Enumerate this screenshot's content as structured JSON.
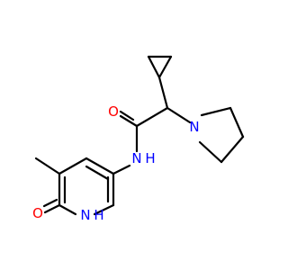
{
  "molecule": {
    "atoms": {
      "O_carbonyl": {
        "label": "O",
        "color": "#ff0000"
      },
      "N_amide": {
        "label": "N",
        "color": "#0000ff"
      },
      "N_pyrrolidine": {
        "label": "N",
        "color": "#0000ff"
      },
      "O_pyridone": {
        "label": "O",
        "color": "#ff0000"
      },
      "N_pyridone": {
        "label": "N",
        "color": "#0000ff"
      },
      "H_on_N_amide": {
        "label": "H",
        "color": "#0000ff"
      },
      "H_on_N_pyridone": {
        "label": "H",
        "color": "#0000ff"
      }
    }
  }
}
